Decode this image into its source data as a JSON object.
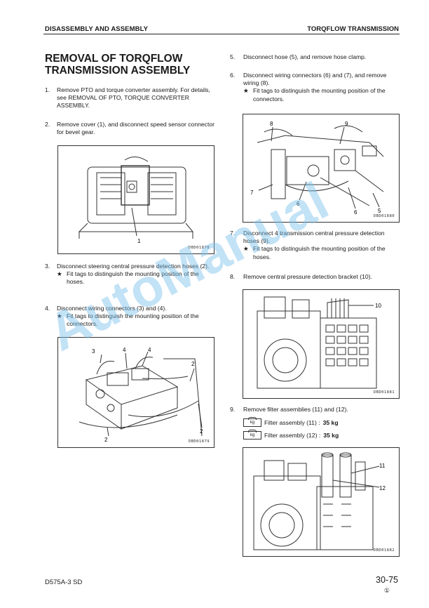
{
  "header": {
    "left": "DISASSEMBLY AND ASSEMBLY",
    "right": "TORQFLOW TRANSMISSION"
  },
  "title": {
    "line1": "REMOVAL OF TORQFLOW",
    "line2": "TRANSMISSION ASSEMBLY"
  },
  "steps": [
    {
      "num": "1.",
      "text": "Remove PTO and torque converter assembly. For details, see REMOVAL OF PTO, TORQUE CONVERTER ASSEMBLY.",
      "note": ""
    },
    {
      "num": "2.",
      "text": "Remove cover (1), and disconnect speed sensor connector for bevel gear.",
      "note": ""
    },
    {
      "num": "3.",
      "text": "Disconnect steering central pressure detection hoses (2).",
      "note": "Fit tags to distinguish the mounting position of the hoses."
    },
    {
      "num": "4.",
      "text": "Disconnect wiring connectors (3) and (4).",
      "note": "Fit tags to distinguish the mounting position of the connectors."
    },
    {
      "num": "5.",
      "text": "Disconnect hose (5), and remove hose clamp.",
      "note": ""
    },
    {
      "num": "6.",
      "text": "Disconnect wiring connectors (6) and (7), and remove wiring (8).",
      "note": "Fit tags to distinguish the mounting position of the connectors."
    },
    {
      "num": "7.",
      "text": "Disconnect 4 transmission central pressure detection hoses (9).",
      "note": "Fit tags to distinguish the mounting position of the hoses."
    },
    {
      "num": "8.",
      "text": "Remove central pressure detection bracket (10).",
      "note": ""
    },
    {
      "num": "9.",
      "text": "Remove filter assemblies (11) and (12).",
      "note": ""
    }
  ],
  "note_star": "★",
  "weights": [
    {
      "label": "Filter assembly (11) :",
      "value": "35 kg"
    },
    {
      "label": "Filter assembly (12) :",
      "value": "35 kg"
    }
  ],
  "kg_icon_text": "kg",
  "figures": {
    "fig1": {
      "code": "DBD01878",
      "callouts": [
        "1"
      ]
    },
    "fig2": {
      "code": "DBD01879",
      "callouts": [
        "3",
        "4",
        "4",
        "2",
        "2",
        "2"
      ]
    },
    "fig3": {
      "code": "DBD01880",
      "callouts": [
        "8",
        "9",
        "7",
        "6",
        "6",
        "5"
      ]
    },
    "fig4": {
      "code": "DBD01881",
      "callouts": [
        "10"
      ]
    },
    "fig5": {
      "code": "DBD01882",
      "callouts": [
        "11",
        "12"
      ]
    }
  },
  "footer": {
    "model": "D575A-3 SD",
    "page": "30-75",
    "rev": "①"
  },
  "watermark": "AutoManual"
}
